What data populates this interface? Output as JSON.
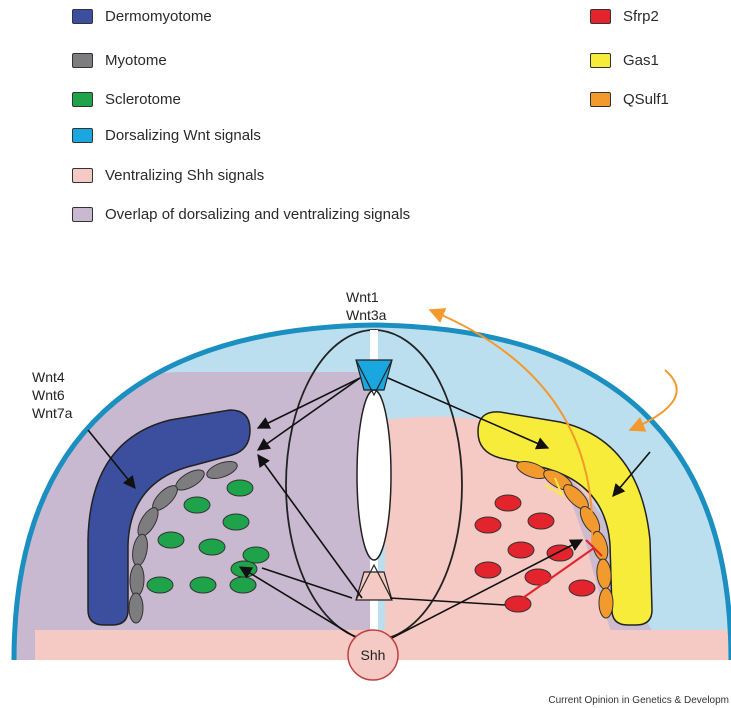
{
  "legend_left": [
    {
      "label": "Dermomyotome",
      "color": "#3b4f9e"
    },
    {
      "label": "Myotome",
      "color": "#7d7d7f"
    },
    {
      "label": "Sclerotome",
      "color": "#1ea24a"
    },
    {
      "label": "Dorsalizing Wnt signals",
      "color": "#1aa7e0"
    },
    {
      "label": "Ventralizing Shh signals",
      "color": "#f5c9c4"
    },
    {
      "label": "Overlap of dorsalizing and ventralizing signals",
      "color": "#c8b9d0"
    }
  ],
  "legend_right": [
    {
      "label": "Sfrp2",
      "color": "#e4242d"
    },
    {
      "label": "Gas1",
      "color": "#f8ec3b"
    },
    {
      "label": "QSulf1",
      "color": "#f29a2e"
    }
  ],
  "labels": {
    "wnt_top_1": "Wnt1",
    "wnt_top_2": "Wnt3a",
    "wnt_left_1": "Wnt4",
    "wnt_left_2": "Wnt6",
    "wnt_left_3": "Wnt7a",
    "shh": "Shh"
  },
  "credit": "Current Opinion in Genetics & Developm"
}
